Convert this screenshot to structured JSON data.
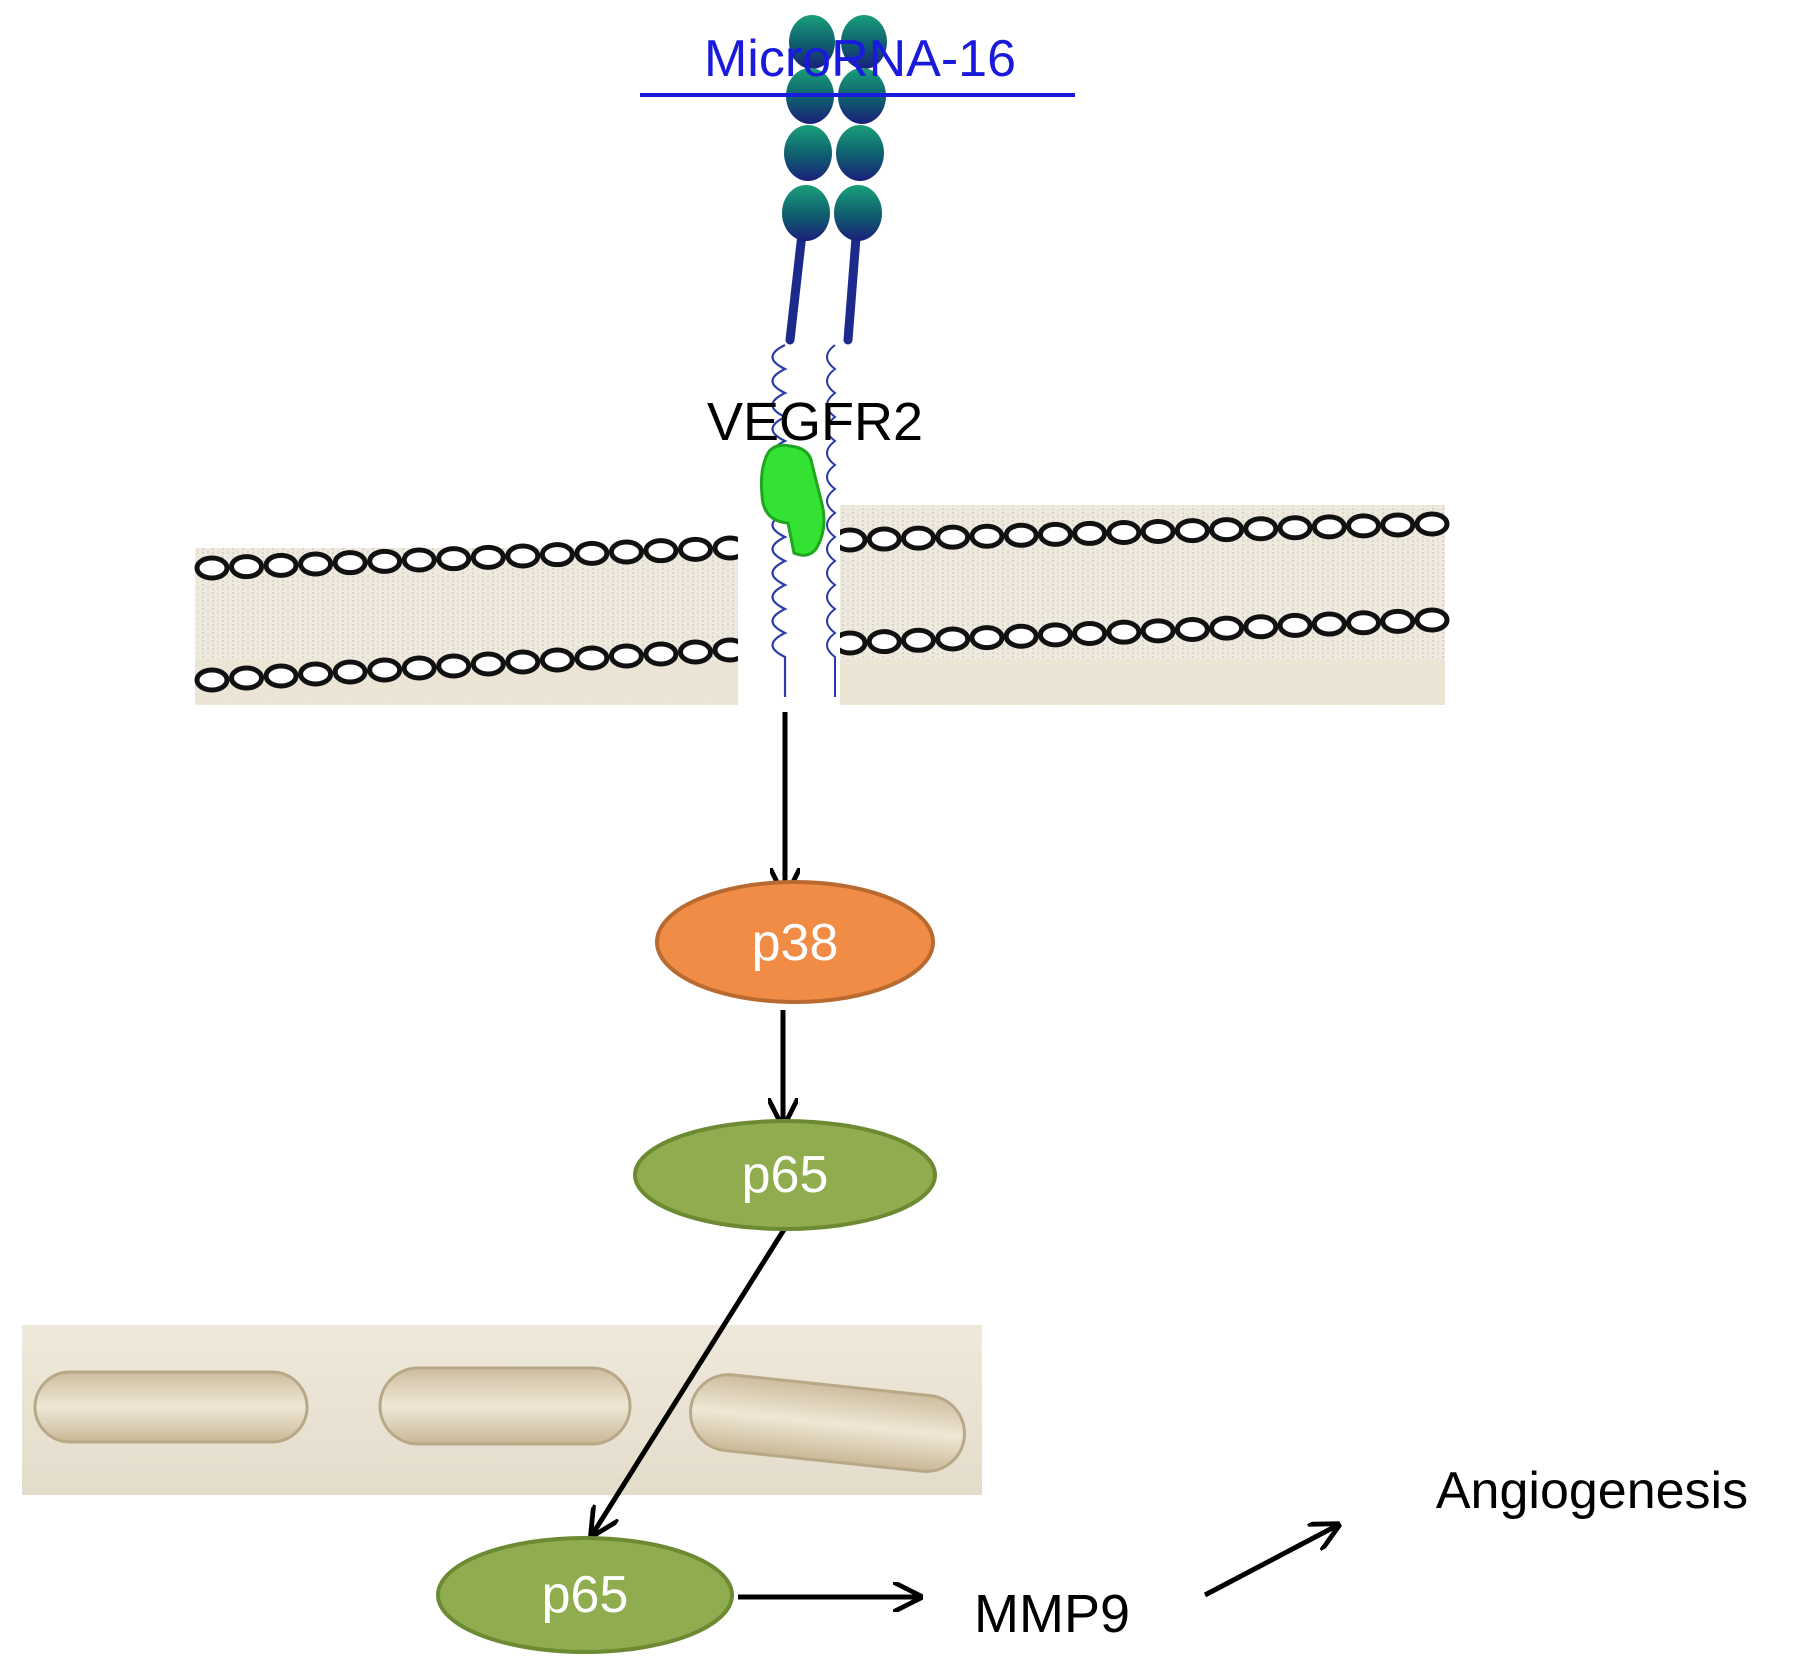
{
  "diagram": {
    "title": "MicroRNA-16",
    "receptor_label": "VEGFR2",
    "nodes": {
      "p38": "p38",
      "p65_cytoplasm": "p65",
      "p65_nucleus": "p65",
      "mmp9": "MMP9",
      "angiogenesis": "Angiogenesis"
    }
  },
  "colors": {
    "title": "#1a1adc",
    "p38_fill": "#f08c46",
    "p38_stroke": "#b86a30",
    "p65_fill": "#8fac4e",
    "p65_stroke": "#6b8a32",
    "node_text": "#ffffff",
    "receptor_blue": "#1c2a8c",
    "receptor_teal": "#0f7a6a",
    "kinase_green": "#33e233",
    "membrane_bg": "#ede6d8",
    "nucleus_bg": "#ebe5d7",
    "arrow": "#000000"
  }
}
